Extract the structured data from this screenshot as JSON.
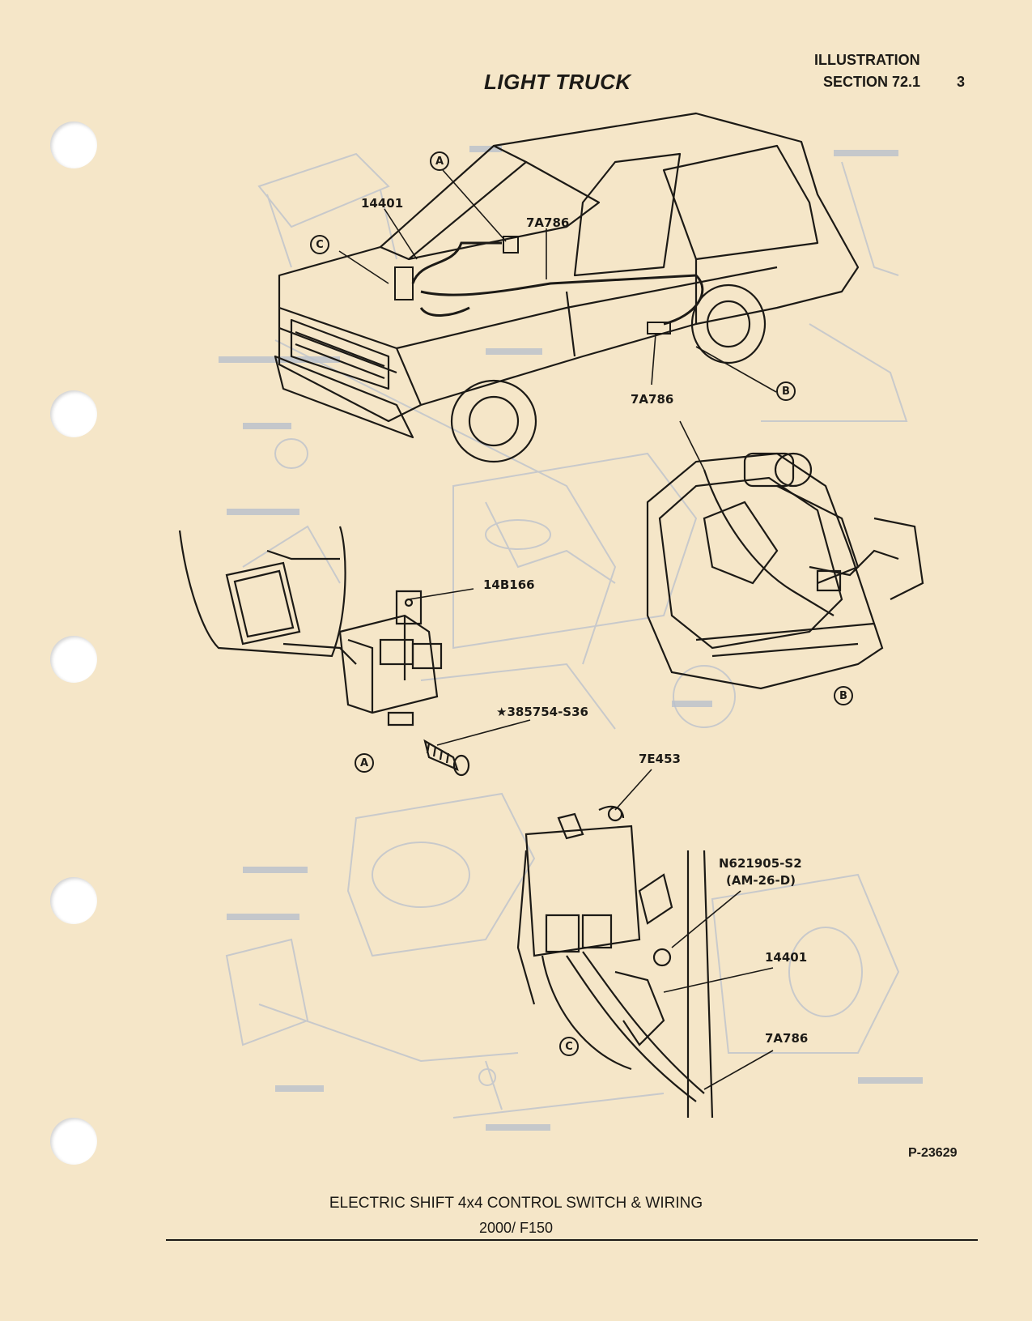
{
  "header": {
    "title": "LIGHT TRUCK",
    "illustration": "ILLUSTRATION",
    "section": "SECTION 72.1",
    "page_number": "3"
  },
  "parts": {
    "p14401_top": "14401",
    "p7A786_top": "7A786",
    "p7A786_mid": "7A786",
    "p14B166": "14B166",
    "p385754": "★385754-S36",
    "p7E453": "7E453",
    "pN621905": "N621905-S2",
    "pAM26D": "(AM-26-D)",
    "p14401_bottom": "14401",
    "p7A786_bottom": "7A786"
  },
  "callouts": {
    "a_top": "A",
    "b_top": "B",
    "c_top": "C",
    "a_detail": "A",
    "b_detail": "B",
    "c_detail": "C"
  },
  "figure_ref": "P-23629",
  "caption": {
    "title": "ELECTRIC SHIFT 4x4 CONTROL SWITCH & WIRING",
    "model": "2000/ F150"
  }
}
